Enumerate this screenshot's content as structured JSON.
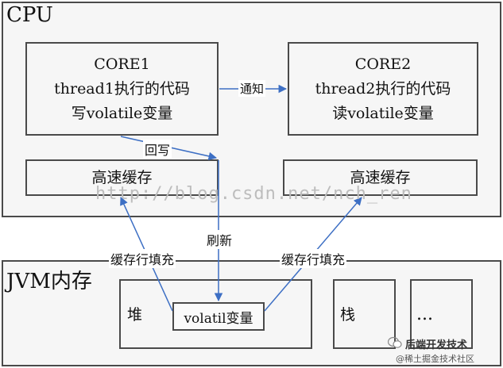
{
  "cpu": {
    "title": "CPU",
    "core1": {
      "line1": "CORE1",
      "line2": "thread1执行的代码",
      "line3": "写volatile变量"
    },
    "core2": {
      "line1": "CORE2",
      "line2": "thread2执行的代码",
      "line3": "读volatile变量"
    },
    "cache1": "高速缓存",
    "cache2": "高速缓存"
  },
  "jvm": {
    "title": "JVM内存",
    "heap": "堆",
    "volatile_var": "volatil变量",
    "stack": "栈",
    "more": "..."
  },
  "labels": {
    "notify": "通知",
    "writeback": "回写",
    "refresh": "刷新",
    "fill_left": "缓存行填充",
    "fill_right": "缓存行填充"
  },
  "watermark": "http://blog.csdn.net/nch_ren",
  "branding": {
    "name": "后端开发技术",
    "community": "@稀土掘金技术社区"
  },
  "colors": {
    "arrow": "#3d6fc4",
    "border": "#4a4a4a",
    "box_fill": "#f6f6f6"
  }
}
